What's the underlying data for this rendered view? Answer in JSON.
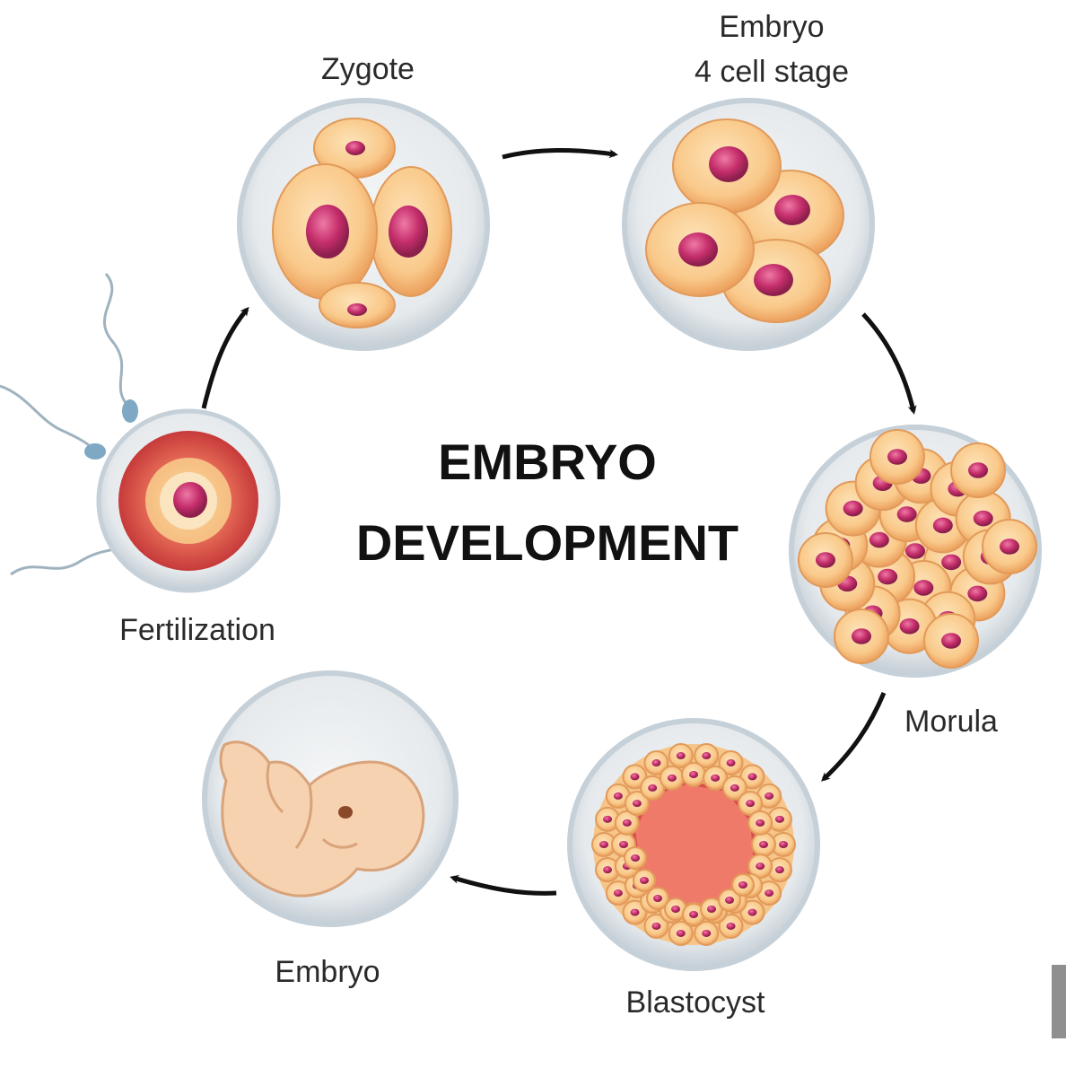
{
  "title": {
    "line1": "EMBRYO",
    "line2": "DEVELOPMENT"
  },
  "stages": {
    "zygote": "Zygote",
    "four_cell_line1": "Embryo",
    "four_cell_line2": "4 cell stage",
    "morula": "Morula",
    "blastocyst": "Blastocyst",
    "embryo": "Embryo",
    "fertilization": "Fertilization"
  },
  "colors": {
    "shell": "#c9d3da",
    "shell_inner": "#eef1f3",
    "cell": "#fbd39a",
    "cell_edge": "#e8a05e",
    "nucleus": "#c2306a",
    "arrow": "#111111",
    "egg_outer": "#d64b4b",
    "blastocoel": "#f07a6a",
    "fetus": "#f6d2b0"
  }
}
